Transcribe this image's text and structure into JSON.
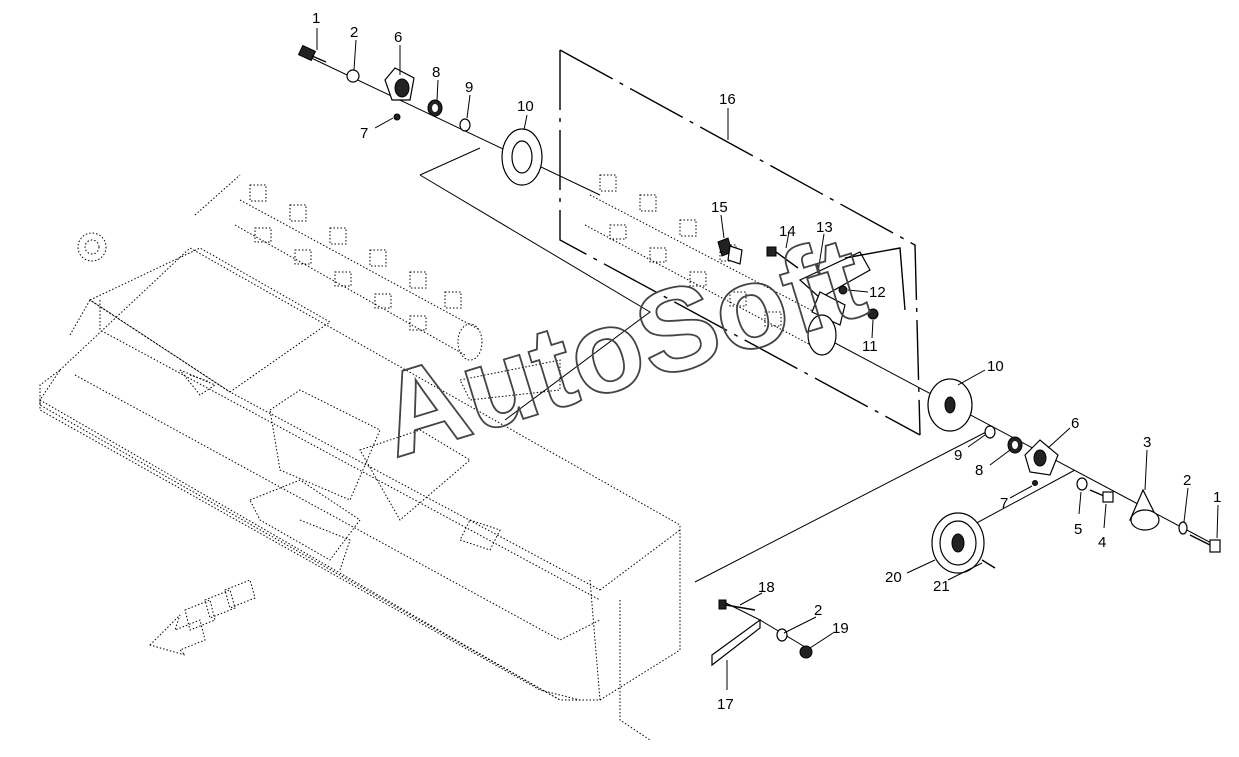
{
  "watermark": "AutoSoft",
  "callouts": [
    {
      "id": "c1a",
      "text": "1"
    },
    {
      "id": "c2a",
      "text": "2"
    },
    {
      "id": "c6a",
      "text": "6"
    },
    {
      "id": "c8a",
      "text": "8"
    },
    {
      "id": "c9a",
      "text": "9"
    },
    {
      "id": "c10a",
      "text": "10"
    },
    {
      "id": "c7a",
      "text": "7"
    },
    {
      "id": "c16",
      "text": "16"
    },
    {
      "id": "c15",
      "text": "15"
    },
    {
      "id": "c14",
      "text": "14"
    },
    {
      "id": "c13",
      "text": "13"
    },
    {
      "id": "c12",
      "text": "12"
    },
    {
      "id": "c11",
      "text": "11"
    },
    {
      "id": "c10b",
      "text": "10"
    },
    {
      "id": "c6b",
      "text": "6"
    },
    {
      "id": "c9b",
      "text": "9"
    },
    {
      "id": "c8b",
      "text": "8"
    },
    {
      "id": "c3",
      "text": "3"
    },
    {
      "id": "c2b",
      "text": "2"
    },
    {
      "id": "c1b",
      "text": "1"
    },
    {
      "id": "c7b",
      "text": "7"
    },
    {
      "id": "c5",
      "text": "5"
    },
    {
      "id": "c4",
      "text": "4"
    },
    {
      "id": "c20",
      "text": "20"
    },
    {
      "id": "c21",
      "text": "21"
    },
    {
      "id": "c18",
      "text": "18"
    },
    {
      "id": "c2c",
      "text": "2"
    },
    {
      "id": "c19",
      "text": "19"
    },
    {
      "id": "c17",
      "text": "17"
    }
  ]
}
